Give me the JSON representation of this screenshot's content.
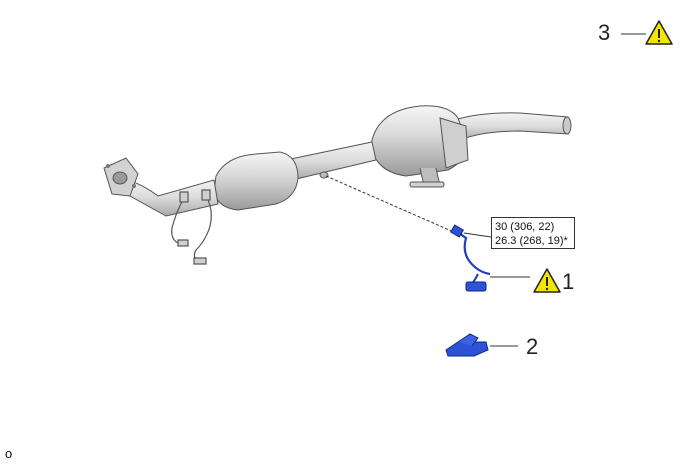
{
  "callouts": [
    {
      "number": "1",
      "warning": true
    },
    {
      "number": "2",
      "warning": false
    },
    {
      "number": "3",
      "warning": true
    }
  ],
  "torque": {
    "line1": "30 (306, 22)",
    "line2": "26.3 (268, 19)*"
  },
  "corner_code": "o",
  "colors": {
    "part_highlight": "#1e3fbf",
    "line_art": "#333333",
    "warning_fill": "#f2e600"
  },
  "icons": {
    "warning": "warning-triangle-icon"
  }
}
